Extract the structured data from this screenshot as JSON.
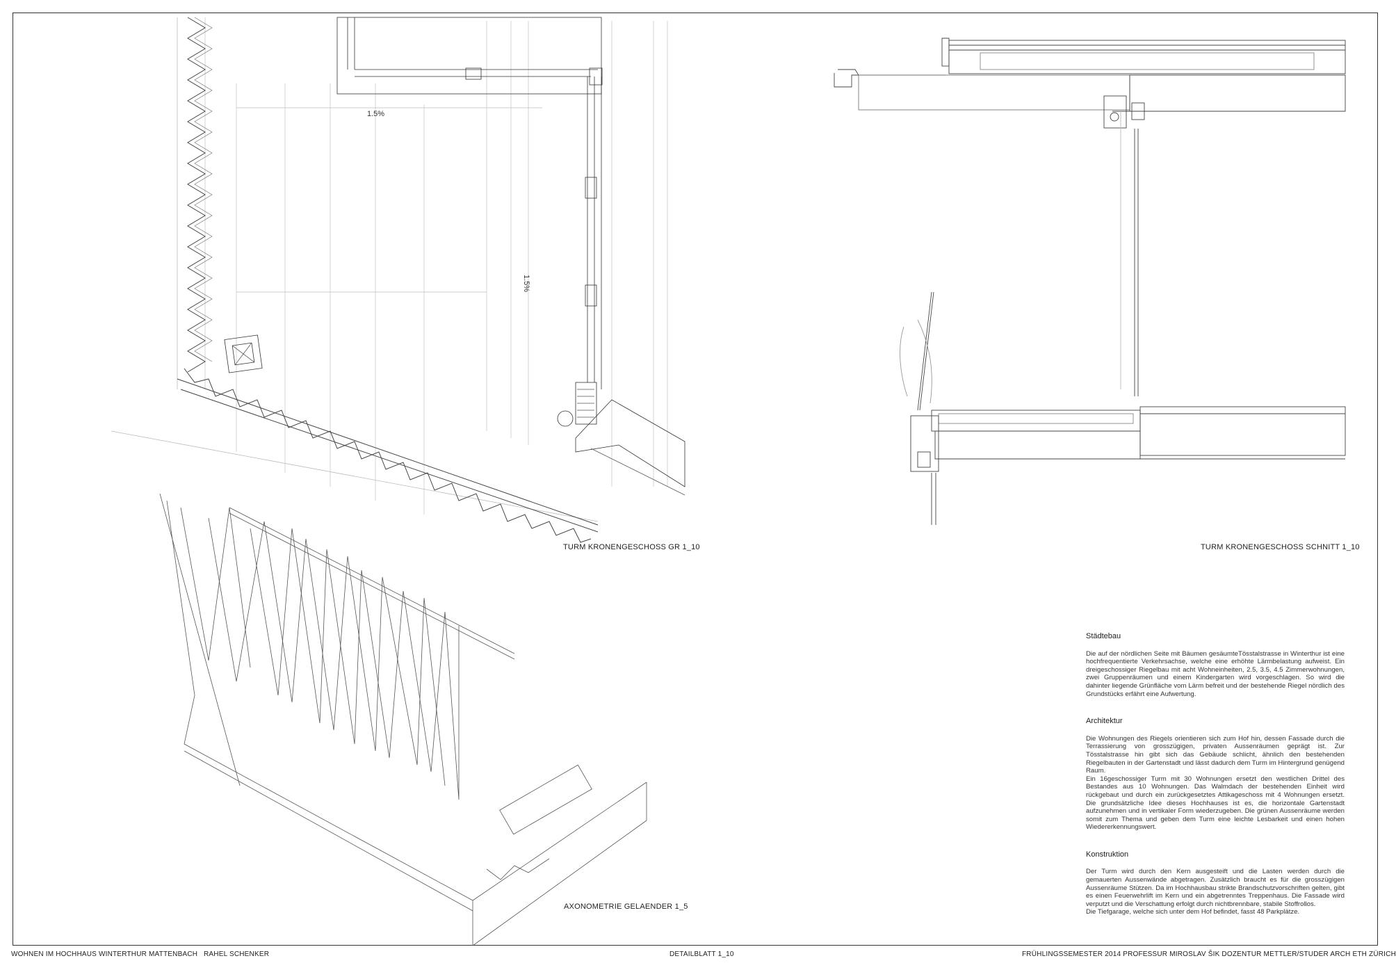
{
  "drawings": {
    "plan_caption": "TURM KRONENGESCHOSS  GR 1_10",
    "section_caption": "TURM KRONENGESCHOSS  SCHNITT  1_10",
    "axo_caption": "AXONOMETRIE GELAENDER 1_5",
    "slope_horizontal": "1.5%",
    "slope_vertical": "1.5%"
  },
  "text": {
    "sections": [
      {
        "heading": "Städtebau",
        "body": "Die auf der nördlichen Seite mit Bäumen gesäumteTösstalstrasse in Winterthur ist eine hochfrequentierte Verkehrsachse, welche eine erhöhte Lärmbelastung aufweist. Ein dreigeschossiger Riegelbau mit acht Wohneinheiten, 2.5, 3.5, 4.5 Zimmerwohnungen, zwei Gruppenräumen und einem Kindergarten wird vorgeschlagen. So wird die dahinter liegende Grünfläche vom Lärm befreit und der bestehende Riegel nördlich des Grundstücks erfährt eine Aufwertung."
      },
      {
        "heading": "Architektur",
        "body": "Die Wohnungen des Riegels orientieren sich zum Hof hin, dessen Fassade durch die Terrassierung von grosszügigen, privaten Aussenräumen geprägt ist. Zur Tösstalstrasse hin gibt sich das Gebäude schlicht, ähnlich den bestehenden Riegelbauten in der Gartenstadt und lässt dadurch dem Turm im Hintergrund genügend Raum.\nEin 16geschossiger Turm mit 30 Wohnungen ersetzt den westlichen Drittel des Bestandes aus 10 Wohnungen. Das Walmdach der bestehenden Einheit wird rückgebaut und durch ein zurückgesetztes Attikageschoss mit 4 Wohnungen ersetzt. Die grundsätzliche Idee dieses Hochhauses ist es, die horizontale Gartenstadt aufzunehmen und in vertikaler Form wiederzugeben. Die grünen Aussenräume werden somit zum Thema und geben dem Turm eine leichte Lesbarkeit und einen hohen Wiedererkennungswert."
      },
      {
        "heading": "Konstruktion",
        "body": "Der Turm wird durch den Kern ausgesteift und die Lasten werden durch die gemauerten Aussenwände abgetragen. Zusätzlich braucht es für die grosszügigen Aussenräume Stützen. Da im Hochhausbau strikte Brandschutzvorschriften gelten, gibt es einen Feuerwehrlift im Kern und ein abgetrenntes Treppenhaus. Die Fassade wird verputzt und die Verschattung erfolgt durch nichtbrennbare, stabile Stoffrollos.\nDie Tiefgarage, welche sich unter dem Hof befindet, fasst 48 Parkplätze."
      }
    ]
  },
  "footer": {
    "project": "WOHNEN IM HOCHHAUS WINTERTHUR MATTENBACH",
    "author": "RAHEL SCHENKER",
    "sheet": "DETAILBLATT 1_10",
    "course": "FRÜHLINGSSEMESTER 2014 PROFESSUR MIROSLAV ŠIK    DOZENTUR METTLER/STUDER   ARCH ETH ZÜRICH"
  }
}
